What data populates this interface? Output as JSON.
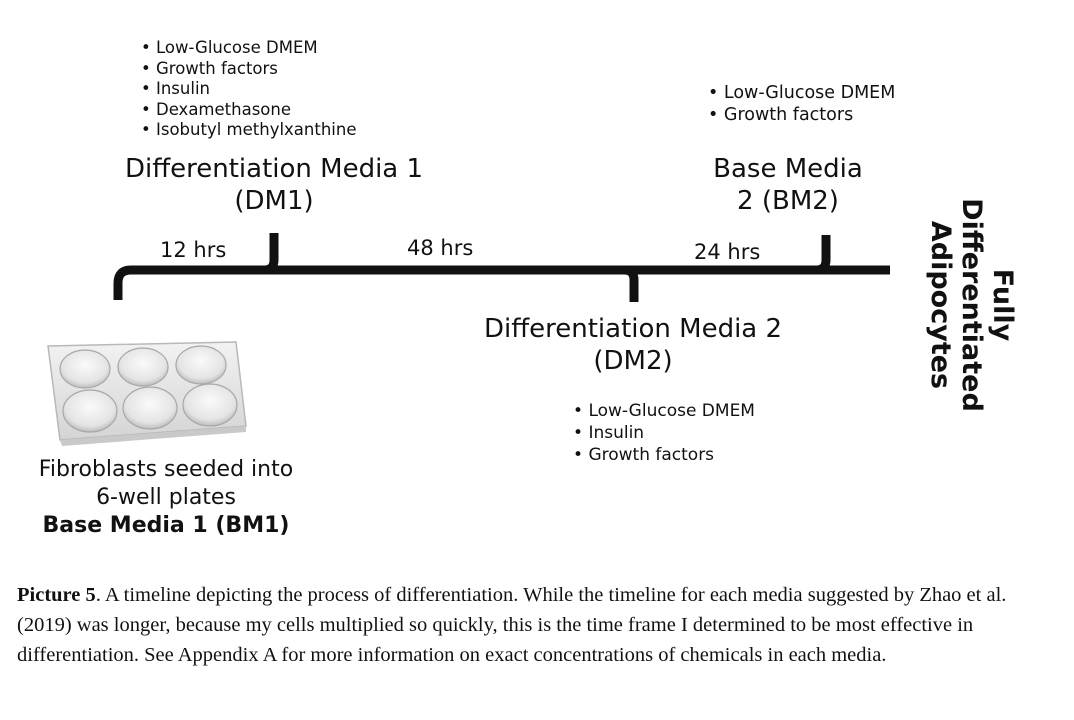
{
  "dm1": {
    "ingredients": [
      "Low-Glucose DMEM",
      "Growth factors",
      "Insulin",
      "Dexamethasone",
      "Isobutyl methylxanthine"
    ],
    "title_line1": "Differentiation Media 1",
    "title_line2": "(DM1)"
  },
  "bm2": {
    "ingredients": [
      "Low-Glucose DMEM",
      "Growth factors"
    ],
    "title_line1": "Base Media",
    "title_line2": "2 (BM2)"
  },
  "dm2": {
    "title_line1": "Differentiation Media 2",
    "title_line2": "(DM2)",
    "ingredients": [
      "Low-Glucose DMEM",
      "Insulin",
      "Growth factors"
    ]
  },
  "durations": {
    "first": "12 hrs",
    "second": "48 hrs",
    "third": "24 hrs"
  },
  "end_state": {
    "line1": "Fully",
    "line2": "Differentiated",
    "line3": "Adipocytes"
  },
  "start": {
    "line1": "Fibroblasts seeded into",
    "line2": "6-well plates",
    "line3": "Base Media 1 (BM1)"
  },
  "caption": {
    "label": "Picture 5",
    "text": ". A timeline depicting the process of differentiation. While the timeline for each media suggested by Zhao et al. (2019) was longer, because my cells multiplied so quickly, this is the time frame I determined to be most effective in differentiation. See Appendix A for more information on exact concentrations of chemicals in each media."
  }
}
